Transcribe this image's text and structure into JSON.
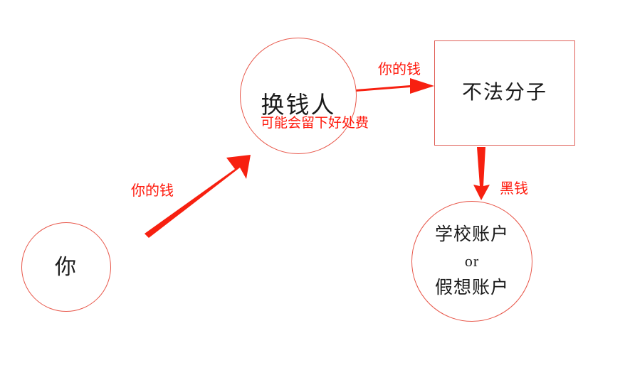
{
  "diagram": {
    "title": "money-laundering-flow-diagram",
    "colors": {
      "arrow_red": "#ff1a0d",
      "outline_red": "#e8574a",
      "rect_outline_red": "#e06058",
      "text_black": "#1a1a1a",
      "background": "#ffffff"
    },
    "nodes": {
      "you": {
        "label": "你",
        "shape": "circle"
      },
      "exchanger": {
        "label": "换钱人",
        "subtitle": "可能会留下好处费",
        "shape": "circle"
      },
      "criminal": {
        "label": "不法分子",
        "shape": "rectangle"
      },
      "account": {
        "line1": "学校账户",
        "line2": "or",
        "line3": "假想账户",
        "shape": "circle"
      }
    },
    "arrows": [
      {
        "name": "you-to-exchanger",
        "label": "你的钱",
        "direction": "diagonal-up-right"
      },
      {
        "name": "exchanger-to-criminal",
        "label": "你的钱",
        "direction": "right"
      },
      {
        "name": "criminal-to-account",
        "label": "黑钱",
        "direction": "down"
      }
    ]
  }
}
